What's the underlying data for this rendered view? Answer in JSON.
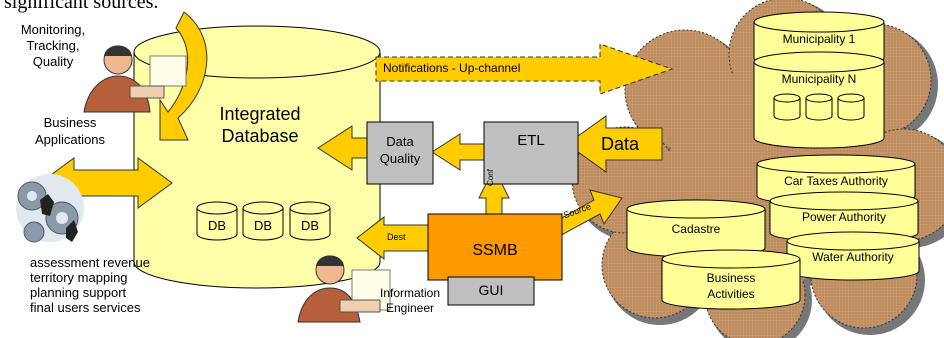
{
  "header": {
    "cut_text": "significant sources."
  },
  "left": {
    "monitoring_line1": "Monitoring,",
    "monitoring_line2": "Tracking,",
    "monitoring_line3": "Quality",
    "business_line1": "Business",
    "business_line2": "Applications",
    "services_line1": "assessment revenue",
    "services_line2": "territory mapping",
    "services_line3": "planning support",
    "services_line4": "final users services"
  },
  "database": {
    "title_line1": "Integrated",
    "title_line2": "Database",
    "db_labels": [
      "DB",
      "DB",
      "DB"
    ]
  },
  "flow": {
    "notifications": "Notifications - Up-channel",
    "data_quality_line1": "Data",
    "data_quality_line2": "Quality",
    "etl": "ETL",
    "data": "Data",
    "conf": "Conf",
    "dest": "Dest",
    "source": "Source",
    "ssmb": "SSMB",
    "gui": "GUI",
    "engineer_line1": "Information",
    "engineer_line2": "Engineer"
  },
  "sources": {
    "municipality_1": "Municipality 1",
    "municipality_n": "Municipality N",
    "car_taxes": "Car Taxes Authority",
    "power": "Power Authority",
    "cadastre": "Cadastre",
    "water": "Water Authority",
    "business_line1": "Business",
    "business_line2": "Activities"
  },
  "colors": {
    "db_yellow": "#ffffaa",
    "arrow_yellow": "#ffcc00",
    "ssmb_orange": "#ff9900",
    "box_gray": "#c0c0c0",
    "cloud_brown": "#cc9966"
  }
}
